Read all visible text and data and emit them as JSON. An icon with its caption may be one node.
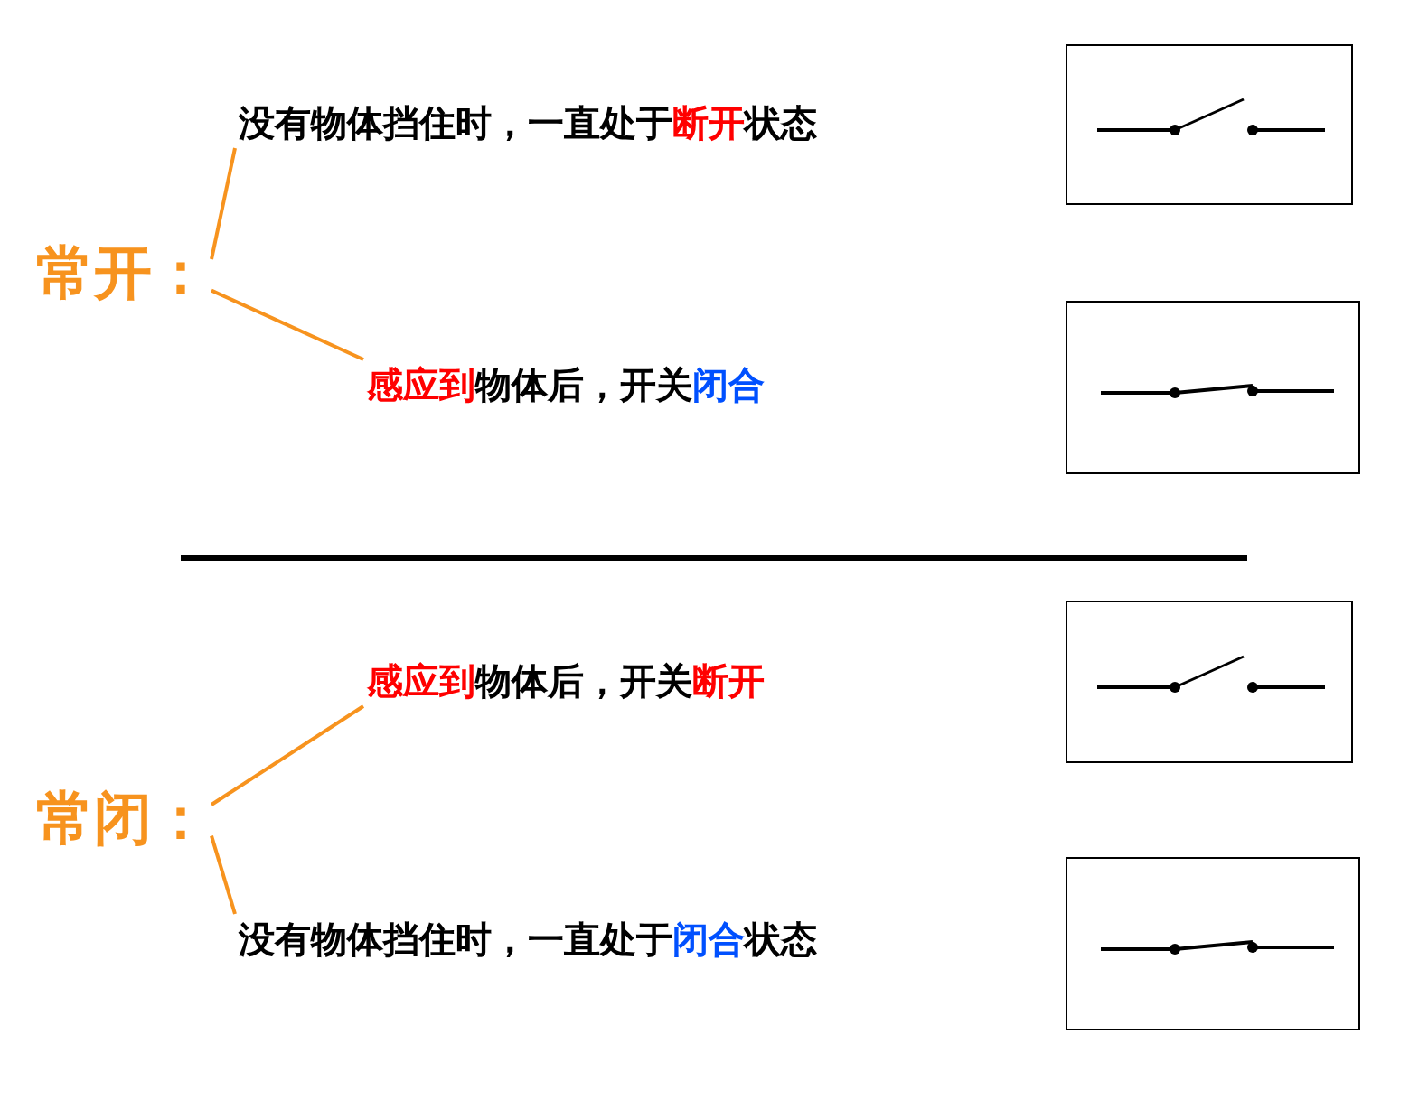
{
  "diagram": {
    "nodes": [
      {
        "text": [
          "常开："
        ]
      },
      {
        "text": [
          "没有物体挡住时，一直处于**断开**状态"
        ]
      },
      {
        "text": [
          "**感应到**物体后，开关**闭合**"
        ]
      },
      {
        "text": [
          "常闭："
        ]
      },
      {
        "text": [
          "**感应到**物体后，开关**断开**"
        ]
      },
      {
        "text": [
          "没有物体挡住时，一直处于**闭合**状态"
        ]
      }
    ],
    "edges": [
      {
        "from": 0,
        "to": 1,
        "arrow": "none"
      },
      {
        "from": 0,
        "to": 2,
        "arrow": "none"
      },
      {
        "from": 3,
        "to": 4,
        "arrow": "none"
      },
      {
        "from": 3,
        "to": 5,
        "arrow": "none"
      }
    ]
  }
}
